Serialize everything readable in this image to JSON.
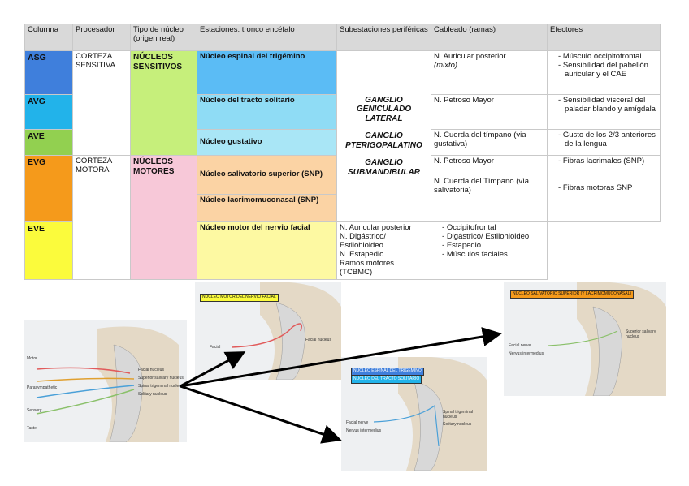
{
  "header": [
    "Columna",
    "Procesador",
    "Tipo de núcleo (origen real)",
    "Estaciones: tronco encéfalo",
    "Subestaciones periféricas",
    "Cableado (ramas)",
    "Efectores"
  ],
  "rows": {
    "asg": {
      "col": "ASG",
      "color": "#3f7fdc",
      "station": "Núcleo espinal del trigémino",
      "station_color": "#5bbcf5",
      "wiring": "N. Auricular posterior",
      "wiring_note": "(mixto)",
      "effectors": [
        "Músculo occipitofrontal",
        "Sensibilidad del pabellón auricular y el CAE"
      ]
    },
    "avg": {
      "col": "AVG",
      "color": "#22b3ea",
      "station": "Núcleo del tracto solitario",
      "station_color": "#8fdcf5",
      "wiring": "N. Petroso Mayor",
      "effectors": [
        "Sensibilidad visceral del paladar blando y amígdala"
      ]
    },
    "ave": {
      "col": "AVE",
      "color": "#92d050",
      "station": "Núcleo gustativo",
      "station_color": "#a9e6f6",
      "wiring": "N. Cuerda del tímpano (via gustativa)",
      "effectors": [
        "Gusto de los 2/3 anteriores de la lengua"
      ]
    },
    "evg": {
      "col": "EVG",
      "color": "#f59a1b",
      "station1": "Núcleo salivatorio superior (SNP)",
      "station2": "Núcleo lacrimomuconasal (SNP)",
      "station_color": "#fbd3a4",
      "wiring1": "N. Petroso Mayor",
      "wiring2": "N. Cuerda del Tímpano (vía salivatoria)",
      "effectors1": [
        "Fibras lacrimales (SNP)"
      ],
      "effectors2": [
        "Fibras motoras SNP"
      ]
    },
    "eve": {
      "col": "EVE",
      "color": "#fbfb3c",
      "station": "Núcleo motor del nervio facial",
      "station_color": "#fdf9a2",
      "wiring": [
        "N. Auricular posterior",
        "N. Digástrico/ Estilohioideo",
        "N. Estapedio",
        "Ramos motores (TCBMC)"
      ],
      "effectors": [
        "Occipitofrontal",
        "Digástrico/ Estilohioideo",
        "Estapedio",
        "Músculos faciales"
      ]
    }
  },
  "processors": {
    "sensitive": "CORTEZA SENSITIVA",
    "motor": "CORTEZA MOTORA"
  },
  "nucleus_types": {
    "sensitive": "NÚCLEOS SENSITIVOS",
    "sensitive_color": "#c6ef7b",
    "motor": "NÚCLEOS MOTORES",
    "motor_color": "#f7c8d8"
  },
  "ganglia": [
    "GANGLIO GENICULADO LATERAL",
    "GANGLIO PTERIGOPALATINO",
    "GANGLIO SUBMANDIBULAR"
  ],
  "images": {
    "main_legend": [
      "Motor",
      "Parasympathetic",
      "Sensory",
      "Taste"
    ],
    "main_labels": [
      "Facial nucleus",
      "Superior salivary nucleus",
      "Spinal trigeminal nucleus",
      "Solitary nucleus"
    ],
    "top_box": "NÚCLEO MOTOR DEL NERVIO FACIAL",
    "top_labels": [
      "Facial nucleus",
      "Facial"
    ],
    "right_box": "NÚCLEO SALIVATORIO SUPERIOR (Y LACRIMOMUCONASAL)",
    "right_labels": [
      "Superior salivary nucleus",
      "Facial nerve",
      "Nervus intermedius"
    ],
    "bottom_box1": "NÚCLEO ESPINAL DEL TRIGÉMINO",
    "bottom_box2": "NÚCLEO DEL TRACTO SOLITARIO",
    "bottom_labels": [
      "Spinal trigeminal nucleus",
      "Solitary nucleus",
      "Facial nerve",
      "Nervus intermedius"
    ]
  }
}
